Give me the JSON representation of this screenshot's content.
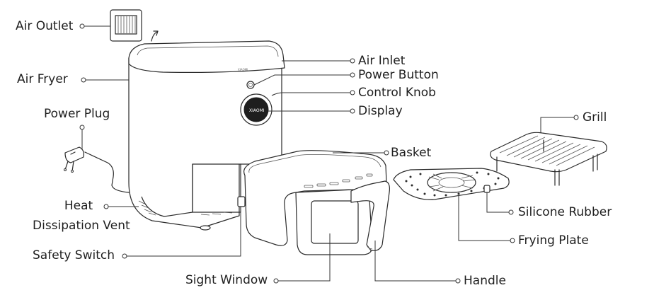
{
  "labels": {
    "air_outlet": "Air Outlet",
    "air_fryer": "Air Fryer",
    "power_plug": "Power Plug",
    "heat_vent_line1": "Heat",
    "heat_vent_line2": "Dissipation Vent",
    "safety_switch": "Safety Switch",
    "sight_window": "Sight Window",
    "air_inlet": "Air Inlet",
    "power_button": "Power Button",
    "control_knob": "Control Knob",
    "display": "Display",
    "basket": "Basket",
    "grill": "Grill",
    "silicone_rubber": "Silicone Rubber",
    "frying_plate": "Frying Plate",
    "handle": "Handle"
  },
  "device_marks": {
    "top_brand": "XIAOMI",
    "display_brand": "XIAOMI"
  },
  "colors": {
    "ink": "#2a2a2a",
    "background": "#ffffff"
  }
}
